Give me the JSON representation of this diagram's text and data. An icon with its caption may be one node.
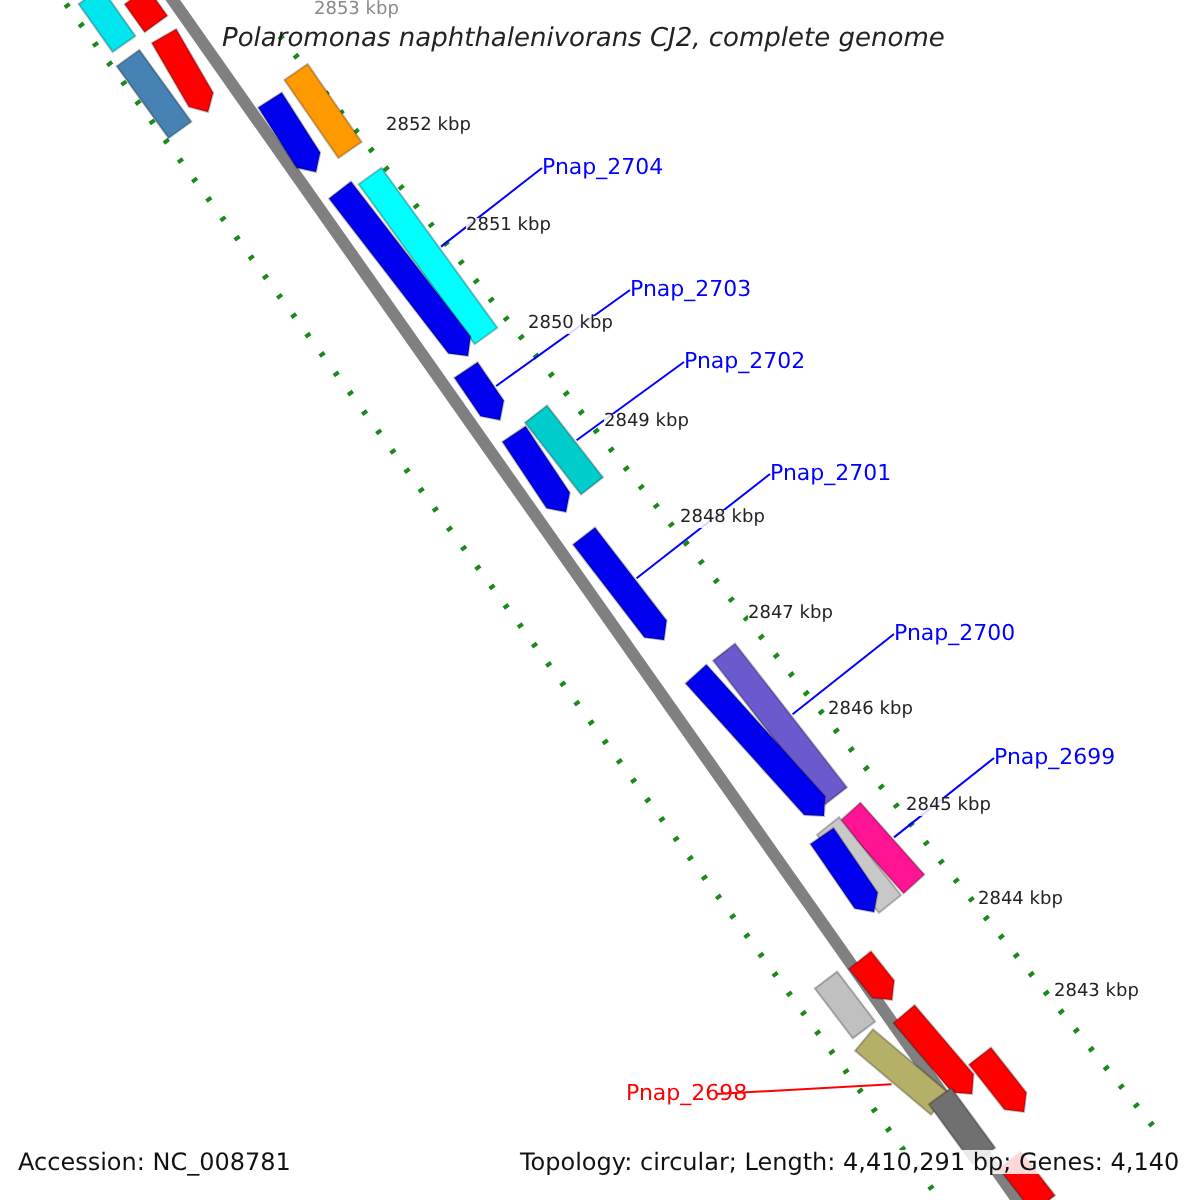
{
  "diagram": {
    "title": "Polaromonas naphthalenivorans CJ2, complete genome",
    "nodes": [
      {
        "text": [
          "Pnap_2704"
        ]
      },
      {
        "text": [
          "Pnap_2703"
        ]
      },
      {
        "text": [
          "Pnap_2702"
        ]
      },
      {
        "text": [
          "Pnap_2701"
        ]
      },
      {
        "text": [
          "Pnap_2700"
        ]
      },
      {
        "text": [
          "Pnap_2699"
        ]
      },
      {
        "text": [
          "Pnap_2698"
        ]
      },
      {
        "text": [],
        "shape": "bar"
      },
      {
        "text": [],
        "shape": "bar"
      },
      {
        "text": [],
        "shape": "bar"
      },
      {
        "text": [],
        "shape": "bar"
      },
      {
        "text": [],
        "shape": "bar"
      },
      {
        "text": [],
        "shape": "bar"
      },
      {
        "text": [],
        "shape": "bar"
      },
      {
        "text": [],
        "shape": "bar"
      },
      {
        "text": [],
        "shape": "bar"
      },
      {
        "text": [],
        "shape": "bar"
      },
      {
        "text": [],
        "shape": "bar"
      },
      {
        "text": [],
        "shape": "bar"
      },
      {
        "text": [],
        "shape": "bar"
      },
      {
        "text": [],
        "shape": "bar"
      },
      {
        "text": [],
        "shape": "bar"
      },
      {
        "text": [],
        "shape": "bar"
      },
      {
        "text": [],
        "shape": "bar"
      },
      {
        "text": [],
        "shape": "bar"
      },
      {
        "text": [],
        "shape": "bar"
      },
      {
        "text": [],
        "shape": "bar"
      },
      {
        "text": [],
        "shape": "bar"
      },
      {
        "text": [],
        "shape": "bar"
      },
      {
        "text": [],
        "shape": "bar"
      },
      {
        "text": [],
        "shape": "bar"
      }
    ],
    "edges": [
      {
        "from": 0,
        "to": 13,
        "arrow": "none"
      },
      {
        "from": 1,
        "to": 15,
        "arrow": "none"
      },
      {
        "from": 2,
        "to": 16,
        "arrow": "none"
      },
      {
        "from": 3,
        "to": 18,
        "arrow": "none"
      },
      {
        "from": 4,
        "to": 19,
        "arrow": "none"
      },
      {
        "from": 5,
        "to": 21,
        "arrow": "none"
      },
      {
        "from": 6,
        "to": 27,
        "arrow": "none",
        "color": "#ff0000"
      }
    ],
    "labels": [
      "2853 kbp",
      "2852 kbp",
      "2851 kbp",
      "2850 kbp",
      "2849 kbp",
      "2848 kbp",
      "2847 kbp",
      "2846 kbp",
      "2845 kbp",
      "2844 kbp",
      "2843 kbp",
      "Accession: NC_008781",
      "Topology: circular; Length: 4,410,291 bp; Genes: 4,140"
    ]
  }
}
